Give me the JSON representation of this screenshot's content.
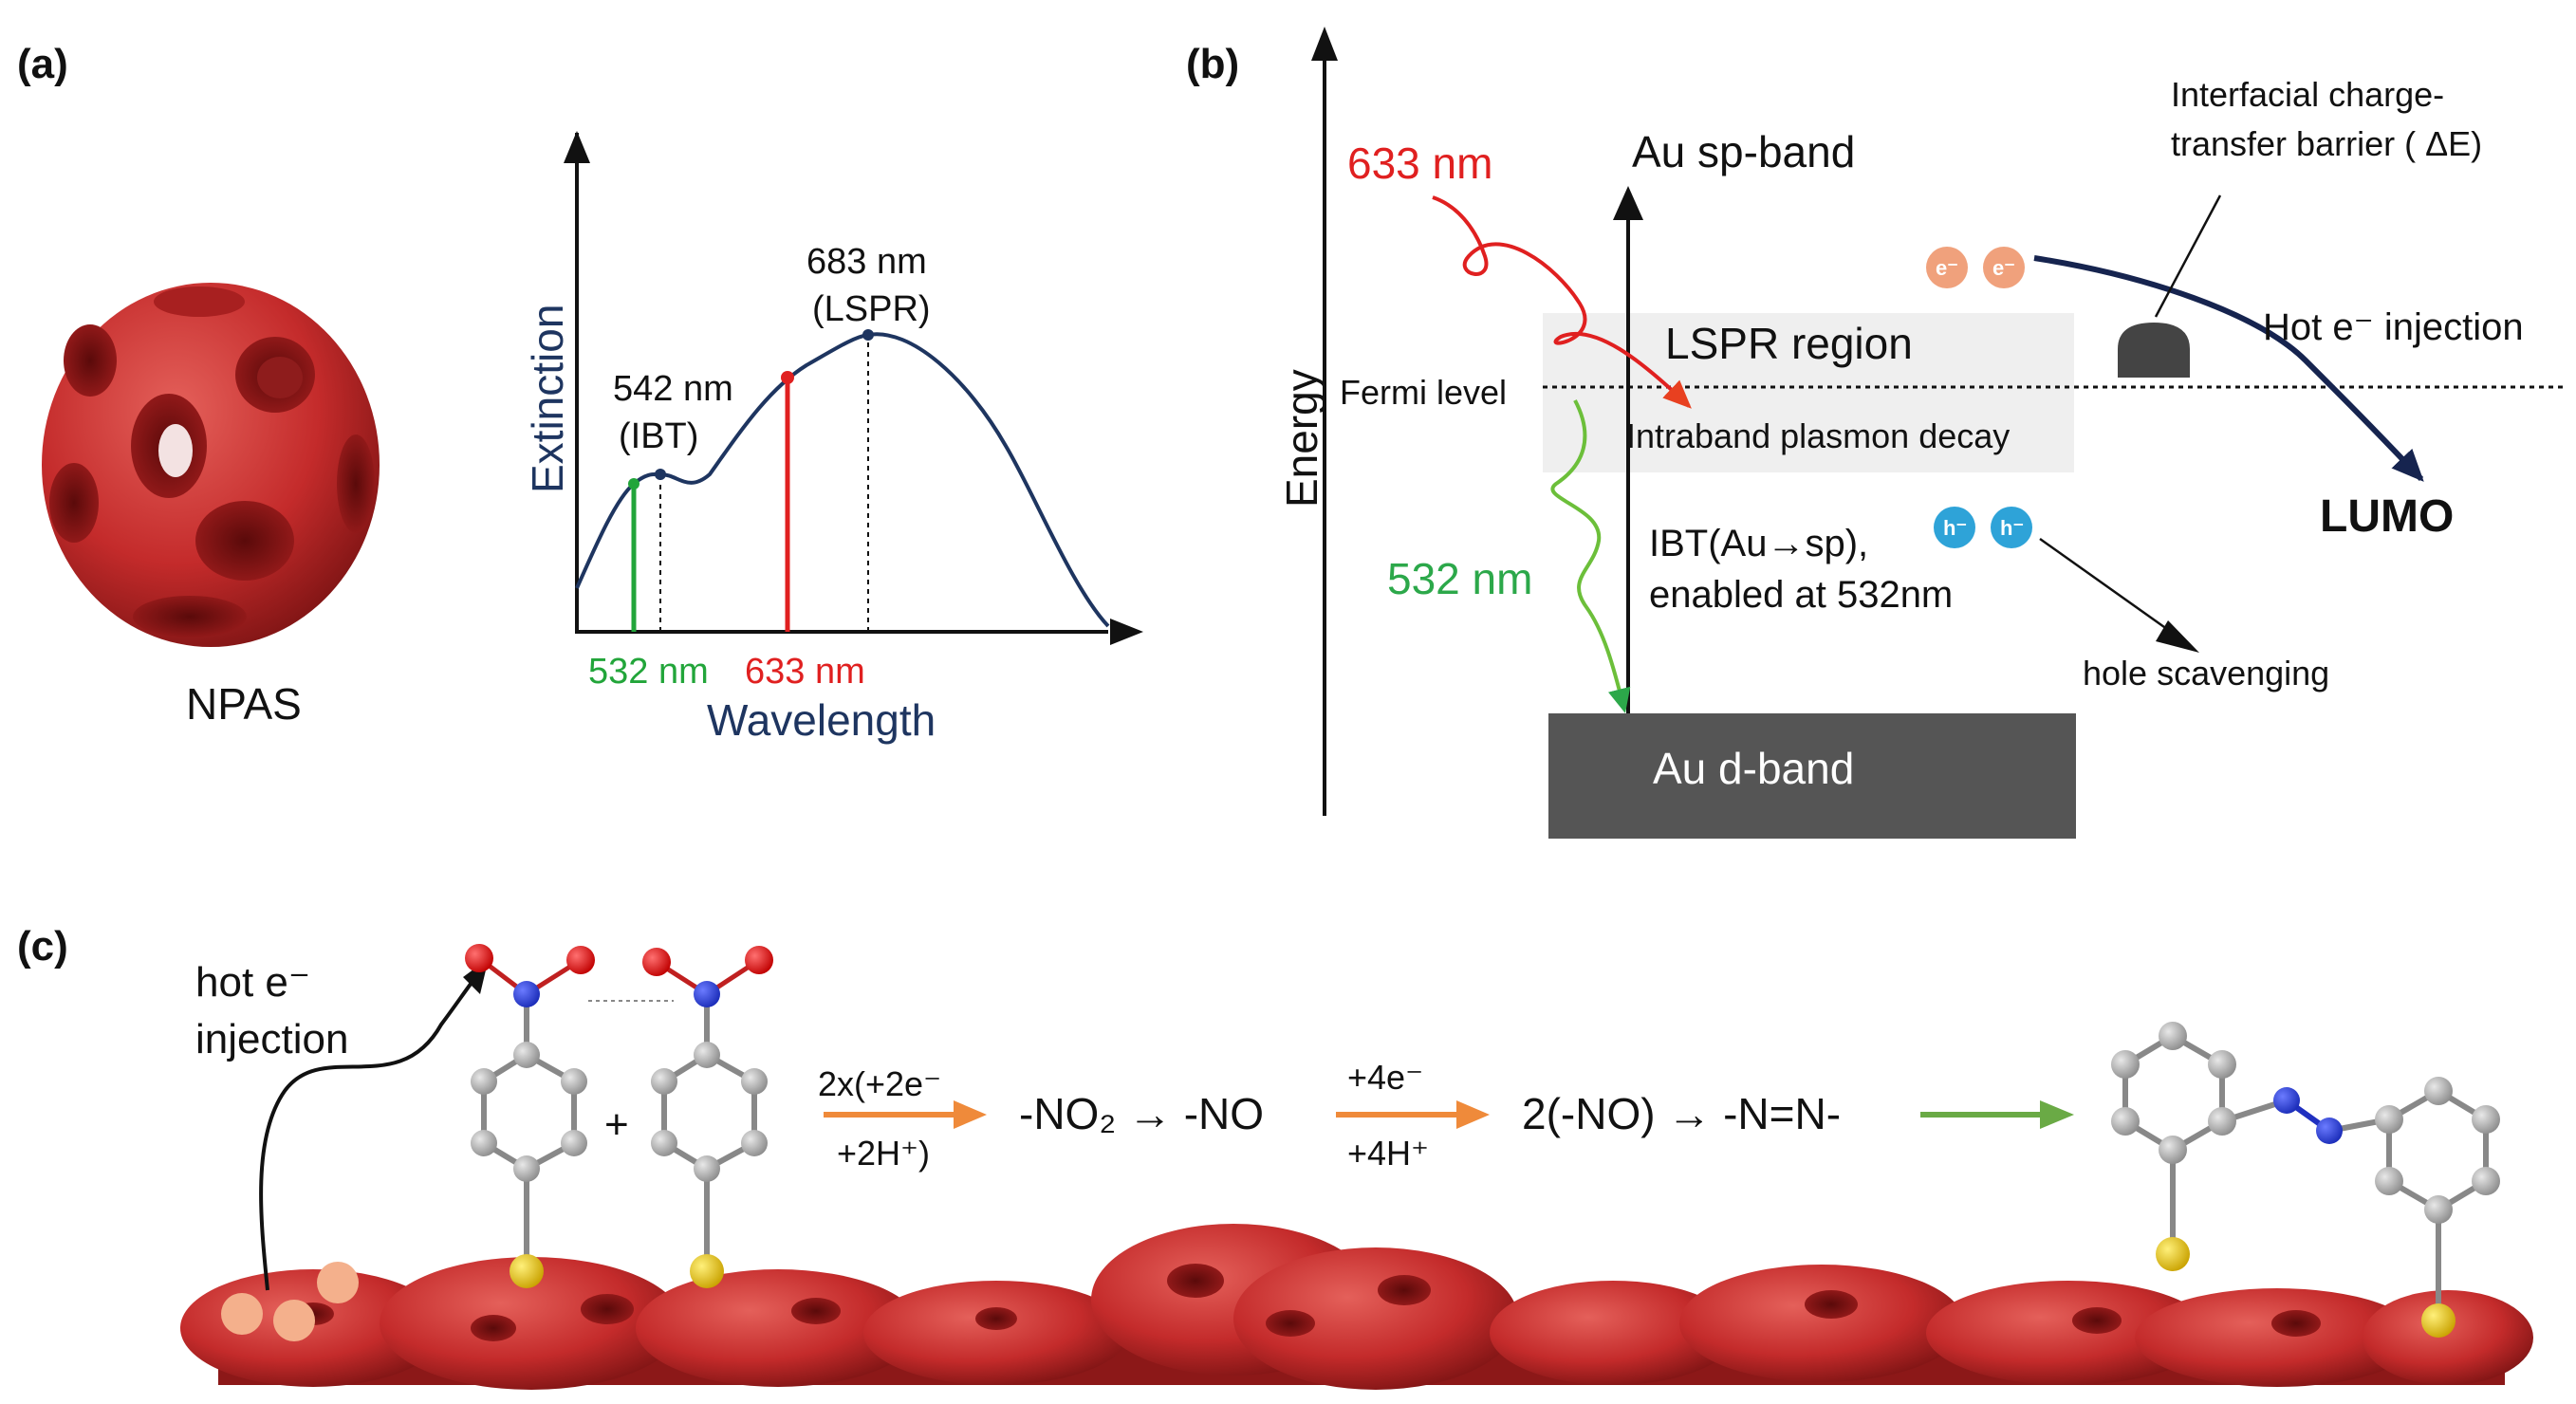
{
  "panel_a": {
    "label": "(a)",
    "particle_label": "NPAS",
    "y_axis_label": "Extinction",
    "x_axis_label": "Wavelength",
    "peak_lspr_value": "683 nm",
    "peak_lspr_name": "(LSPR)",
    "peak_ibt_value": "542 nm",
    "peak_ibt_name": "(IBT)",
    "green_line_label": "532 nm",
    "red_line_label": "633 nm",
    "colors": {
      "green": "#22a53a",
      "red": "#e02020",
      "curve": "#1e3560"
    }
  },
  "panel_b": {
    "label": "(b)",
    "energy_axis_label": "Energy",
    "excitation_red": "633 nm",
    "excitation_green": "532 nm",
    "sp_band": "Au sp-band",
    "d_band": "Au d-band",
    "lspr_region": "LSPR region",
    "fermi_level": "Fermi level",
    "intraband_decay": "Intraband plasmon decay",
    "ibt_line1": "IBT(Au→sp),",
    "ibt_line2": "enabled at 532nm",
    "barrier_line1": "Interfacial charge-",
    "barrier_line2": "transfer barrier ( ΔE)",
    "hot_injection": "Hot e⁻ injection",
    "lumo": "LUMO",
    "hole_scavenging": "hole scavenging",
    "electron_symbol": "e⁻",
    "hole_symbol": "h⁻",
    "colors": {
      "electron": "#f0a17c",
      "hole": "#2ea3d8",
      "d_band": "#555555",
      "lspr_box": "#efefef",
      "injection_curve": "#16244f"
    }
  },
  "panel_c": {
    "label": "(c)",
    "hot_injection_line1": "hot e⁻",
    "hot_injection_line2": "injection",
    "plus": "+",
    "step1_top": "2x(+2e⁻",
    "step1_bottom": "+2H⁺)",
    "step1_product": "-NO₂ → -NO",
    "step2_top": "+4e⁻",
    "step2_bottom": "+4H⁺",
    "step2_product": "2(-NO) → -N=N-",
    "colors": {
      "arrow_orange": "#ef8a3a",
      "arrow_green": "#6aaa45",
      "carbon": "#9a9a9a",
      "nitrogen": "#1f3fd8",
      "oxygen": "#e01010",
      "sulfur": "#d8b400",
      "gold_np": "#c42b2b"
    }
  }
}
